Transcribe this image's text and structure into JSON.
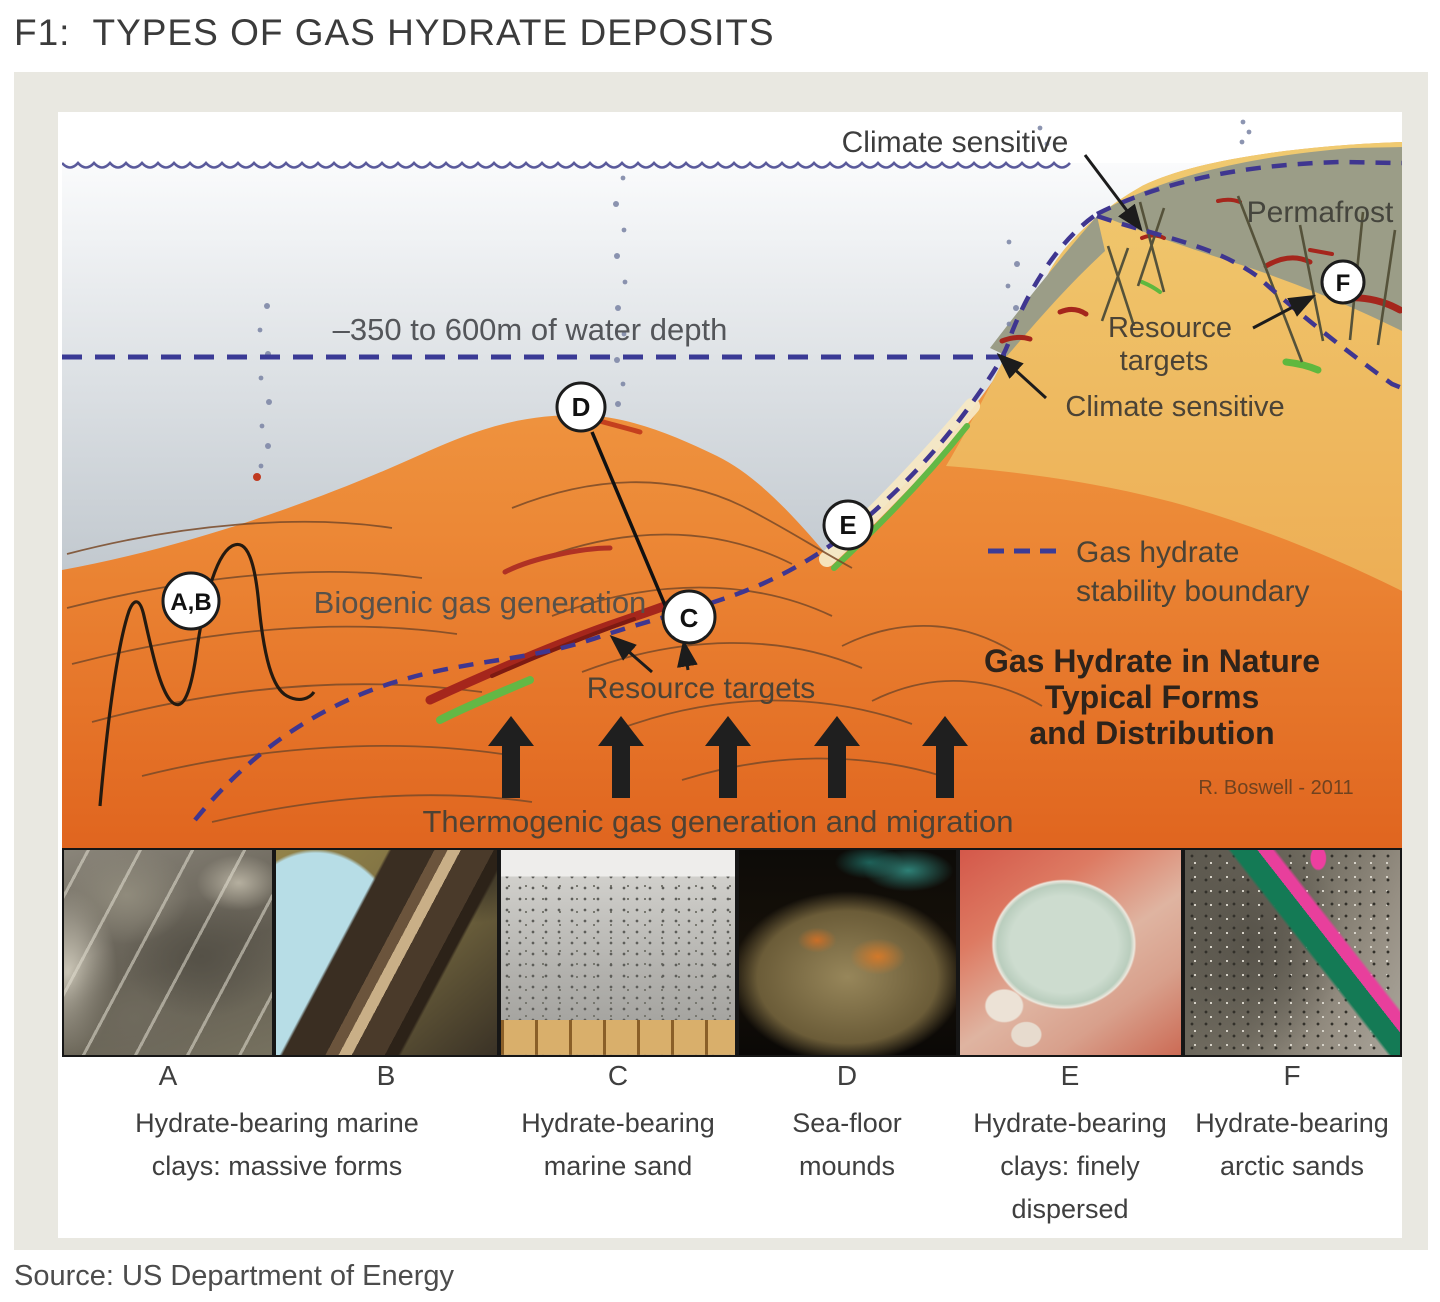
{
  "page": {
    "figure_label": "F1:",
    "figure_title": "TYPES OF GAS HYDRATE DEPOSITS",
    "source": "Source: US Department of Energy"
  },
  "diagram": {
    "credit": "R. Boswell - 2011",
    "labels": {
      "climate_sensitive_top": "Climate sensitive",
      "permafrost": "Permafrost",
      "resource_targets_right_line1": "Resource",
      "resource_targets_right_line2": "targets",
      "climate_sensitive_right": "Climate sensitive",
      "water_depth": "–350 to 600m of water depth",
      "biogenic": "Biogenic gas generation",
      "resource_targets_bottom": "Resource targets",
      "thermogenic": "Thermogenic gas generation and migration"
    },
    "legend": {
      "line1": "Gas hydrate",
      "line2": "stability boundary"
    },
    "inset_title": {
      "line1": "Gas Hydrate in Nature",
      "line2": "Typical Forms",
      "line3": "and Distribution"
    },
    "markers": {
      "ab": "A,B",
      "c": "C",
      "d": "D",
      "e": "E",
      "f": "F"
    },
    "colors": {
      "sea_surface_line": "#5a5a9b",
      "stability_boundary_dash": "#3f3690",
      "water_depth_dash": "#3a3a95",
      "sediment_top": "#f3a94f",
      "sediment_bottom": "#e0651f",
      "land_tan": "#eec76b",
      "permafrost_grey": "#9b9d87",
      "deposit_red": "#a5261c",
      "deposit_green": "#63b845",
      "panel_beige": "#e9e8e1"
    }
  },
  "photo_strip": {
    "letters": [
      "A",
      "B",
      "C",
      "D",
      "E",
      "F"
    ],
    "captions": {
      "ab": "Hydrate-bearing marine\nclays: massive forms",
      "c": "Hydrate-bearing\nmarine sand",
      "d": "Sea-floor\nmounds",
      "e": "Hydrate-bearing\nclays: finely\ndispersed",
      "f": "Hydrate-bearing\narctic sands"
    }
  }
}
